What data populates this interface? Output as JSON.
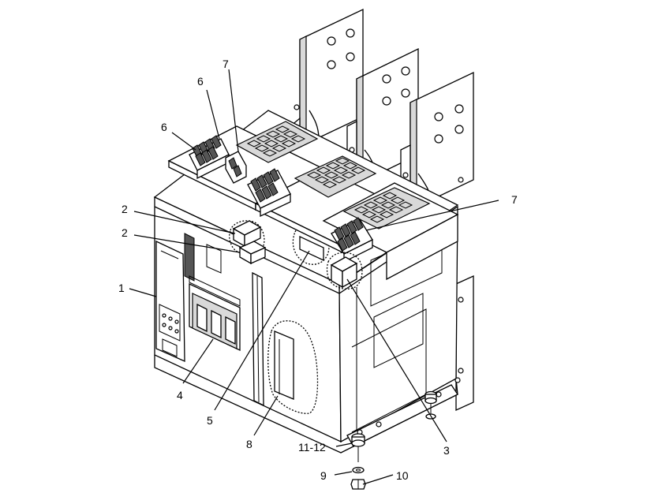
{
  "callouts": [
    {
      "id": "c6a",
      "text": "6"
    },
    {
      "id": "c6b",
      "text": "6"
    },
    {
      "id": "c7a",
      "text": "7"
    },
    {
      "id": "c7b",
      "text": "7"
    },
    {
      "id": "c2a",
      "text": "2"
    },
    {
      "id": "c2b",
      "text": "2"
    },
    {
      "id": "c1",
      "text": "1"
    },
    {
      "id": "c4",
      "text": "4"
    },
    {
      "id": "c5",
      "text": "5"
    },
    {
      "id": "c8",
      "text": "8"
    },
    {
      "id": "c3",
      "text": "3"
    },
    {
      "id": "c1112",
      "text": "11-12"
    },
    {
      "id": "c9",
      "text": "9"
    },
    {
      "id": "c10",
      "text": "10"
    }
  ]
}
